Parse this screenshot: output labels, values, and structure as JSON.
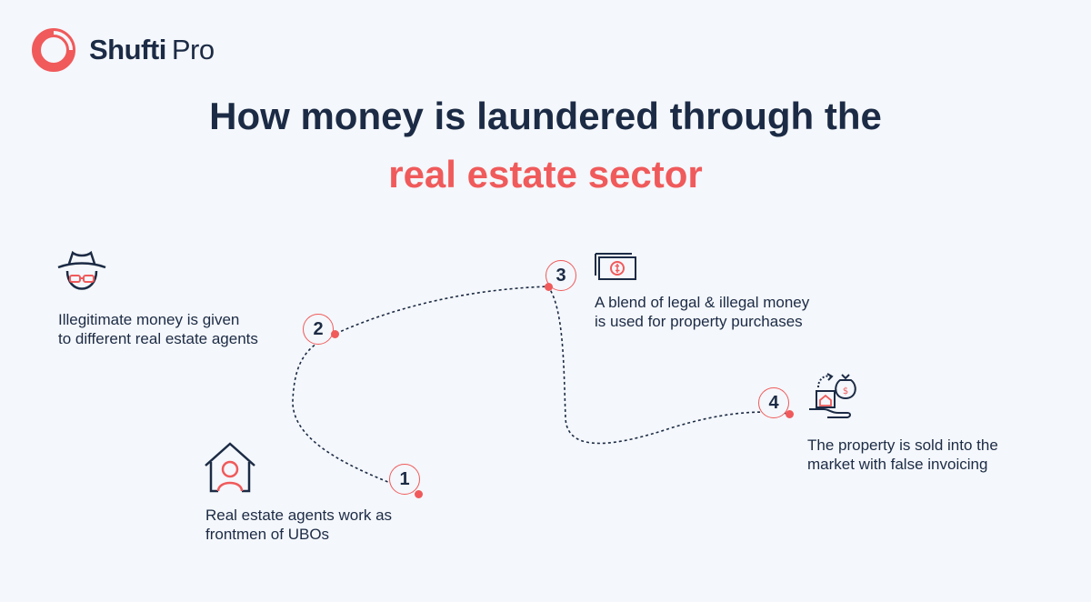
{
  "brand": {
    "name": "Shufti",
    "suffix": "Pro",
    "colors": {
      "accent": "#f05a5b",
      "navy": "#1c2b45",
      "background": "#f4f7fb"
    }
  },
  "title": {
    "line1": "How money is laundered through the",
    "line2": "real estate sector"
  },
  "steps": [
    {
      "number": "1",
      "icon": "house-agent-icon",
      "lines": [
        "Real estate agents work as",
        "frontmen of UBOs"
      ]
    },
    {
      "number": "2",
      "icon": "spy-hat-icon",
      "lines": [
        "Illegitimate money is given",
        "to different real estate agents"
      ]
    },
    {
      "number": "3",
      "icon": "banknote-icon",
      "lines": [
        "A blend of legal & illegal money",
        "is used for property purchases"
      ]
    },
    {
      "number": "4",
      "icon": "property-sale-icon",
      "lines": [
        "The property is sold into the",
        "market with false invoicing"
      ]
    }
  ]
}
